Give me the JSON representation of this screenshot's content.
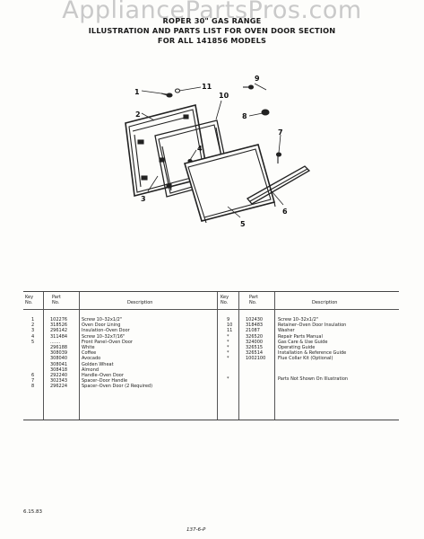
{
  "watermark": "AppliancePartsPros.com",
  "title": {
    "line1": "ROPER 30\" GAS RANGE",
    "line2": "ILLUSTRATION AND PARTS LIST FOR OVEN DOOR SECTION",
    "line3": "FOR ALL 141856 MODELS"
  },
  "callouts": [
    "1",
    "2",
    "3",
    "4",
    "5",
    "6",
    "7",
    "8",
    "9",
    "10",
    "11"
  ],
  "table": {
    "headers": {
      "key": "Key\nNo.",
      "part": "Part\nNo.",
      "description": "Description"
    },
    "left_rows": [
      {
        "key": "1",
        "part": "102276",
        "desc": "Screw 10–32x1/2\""
      },
      {
        "key": "2",
        "part": "318526",
        "desc": "Oven Door Lining"
      },
      {
        "key": "3",
        "part": "296142",
        "desc": "Insulation–Oven Door"
      },
      {
        "key": "4",
        "part": "311484",
        "desc": "Screw 10–32x7/16\""
      },
      {
        "key": "5",
        "part": ".......",
        "desc": "Front Panel–Oven Door"
      },
      {
        "key": "",
        "part": "296188",
        "desc": "White"
      },
      {
        "key": "",
        "part": "308039",
        "desc": "Coffee"
      },
      {
        "key": "",
        "part": "308040",
        "desc": "Avocado"
      },
      {
        "key": "",
        "part": "308041",
        "desc": "Golden Wheat"
      },
      {
        "key": "",
        "part": "308418",
        "desc": "Almond"
      },
      {
        "key": "6",
        "part": "292240",
        "desc": "Handle–Oven Door"
      },
      {
        "key": "7",
        "part": "302343",
        "desc": "Spacer–Door Handle"
      },
      {
        "key": "8",
        "part": "296224",
        "desc": "Spacer–Oven Door (2 Required)"
      }
    ],
    "right_rows": [
      {
        "key": "9",
        "part": "102430",
        "desc": "Screw 10–32x1/2\""
      },
      {
        "key": "10",
        "part": "318483",
        "desc": "Retainer–Oven Door Insulation"
      },
      {
        "key": "11",
        "part": "21087",
        "desc": "Washer"
      },
      {
        "key": "*",
        "part": "326520",
        "desc": "Repair Parts Manual"
      },
      {
        "key": "*",
        "part": "324000",
        "desc": "Gas Care & Use Guide"
      },
      {
        "key": "*",
        "part": "326515",
        "desc": "Operating Guide"
      },
      {
        "key": "*",
        "part": "326514",
        "desc": "Installation & Reference Guide"
      },
      {
        "key": "*",
        "part": "1002100",
        "desc": "Flue Collar Kit (Optional)"
      }
    ],
    "footnote": {
      "key": "*",
      "desc": "Parts Not Shown On Illustration"
    }
  },
  "footer": {
    "date": "6.15.83",
    "page": "137-6-P"
  }
}
